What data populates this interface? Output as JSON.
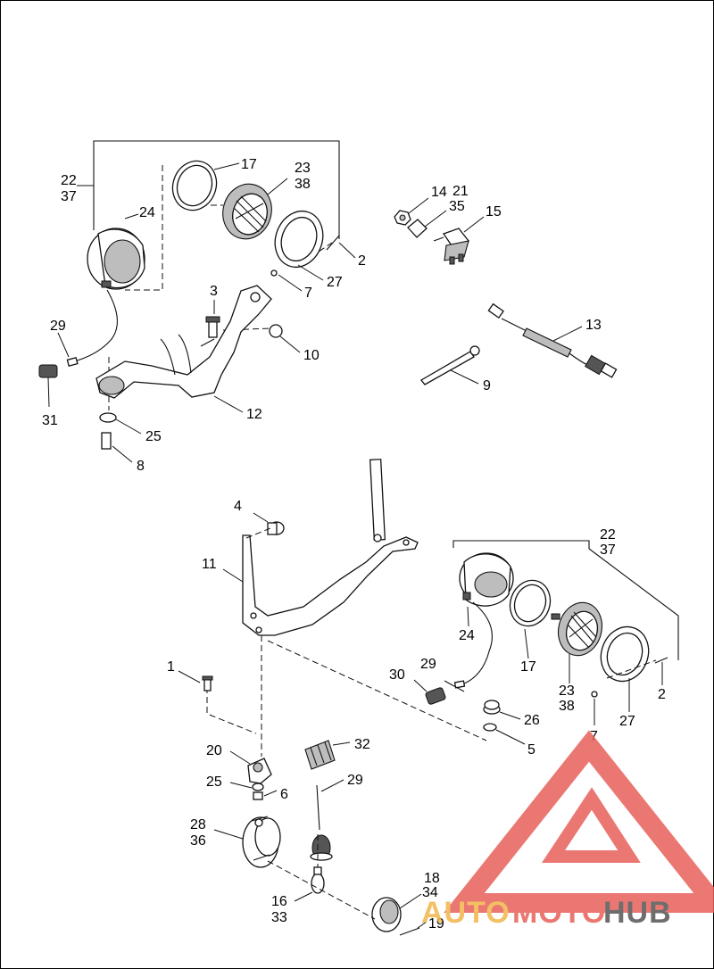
{
  "labels": {
    "l22a": "22",
    "l37a": "37",
    "l17a": "17",
    "l23a": "23",
    "l38a": "38",
    "l24a": "24",
    "l2a": "2",
    "l27a": "27",
    "l7a": "7",
    "l3": "3",
    "l10": "10",
    "l12": "12",
    "l29a": "29",
    "l31": "31",
    "l25a": "25",
    "l8": "8",
    "l14": "14",
    "l21": "21",
    "l35": "35",
    "l15": "15",
    "l13": "13",
    "l9": "9",
    "l4": "4",
    "l11": "11",
    "l22b": "22",
    "l37b": "37",
    "l24b": "24",
    "l17b": "17",
    "l23b": "23",
    "l38b": "38",
    "l2b": "2",
    "l27b": "27",
    "l7b": "7",
    "l1": "1",
    "l30": "30",
    "l29b": "29",
    "l26": "26",
    "l5": "5",
    "l20": "20",
    "l32": "32",
    "l25b": "25",
    "l6": "6",
    "l29c": "29",
    "l28": "28",
    "l36": "36",
    "l16": "16",
    "l33": "33",
    "l18": "18",
    "l34": "34",
    "l19": "19"
  },
  "watermark": {
    "part1": "AUTO",
    "part2": "MOTO",
    "part3": "HUB",
    "color_light": "#f2b64a",
    "color_red": "#e8605a",
    "color_dark": "#555555"
  }
}
